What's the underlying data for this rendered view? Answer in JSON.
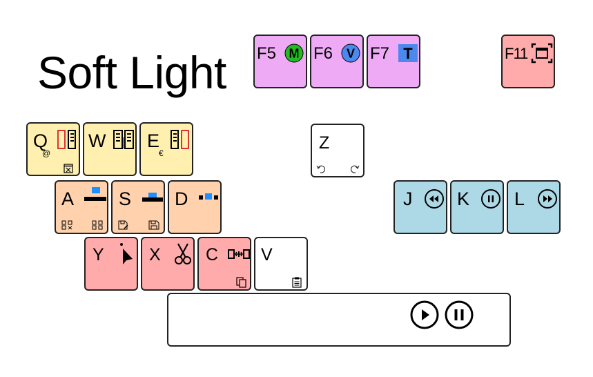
{
  "title": "Soft Light",
  "colors": {
    "yellow": "#fff0b0",
    "orange": "#ffd1ac",
    "pink": "#ffabab",
    "blue": "#add8e6",
    "purple": "#eeaaf5",
    "white": "#ffffff",
    "green_badge": "#22bb22",
    "blue_badge": "#4d88ee"
  },
  "function_keys": {
    "f5": {
      "label": "F5",
      "badge": "M",
      "icon": "m-circle-icon"
    },
    "f6": {
      "label": "F6",
      "badge": "V",
      "icon": "v-circle-icon"
    },
    "f7": {
      "label": "F7",
      "badge": "T",
      "icon": "t-square-icon"
    },
    "f11": {
      "label": "F11",
      "icon": "fullscreen-icon"
    }
  },
  "keys": {
    "q": {
      "label": "Q",
      "sub": "@",
      "icons": [
        "panel-left-icon",
        "panel-right-icon",
        "close-window-icon"
      ]
    },
    "w": {
      "label": "W",
      "icons": [
        "panels-split-icon"
      ]
    },
    "e": {
      "label": "E",
      "sub": "€",
      "icons": [
        "panel-left-icon",
        "panel-right-icon"
      ]
    },
    "a": {
      "label": "A",
      "icons": [
        "align-top-icon",
        "qr-code-icon"
      ]
    },
    "s": {
      "label": "S",
      "icons": [
        "align-middle-icon",
        "save-as-icon",
        "save-icon"
      ]
    },
    "d": {
      "label": "D",
      "icons": [
        "align-dots-icon"
      ]
    },
    "y": {
      "label": "Y",
      "icons": [
        "pointer-icon"
      ]
    },
    "x": {
      "label": "X",
      "icons": [
        "scissors-icon"
      ]
    },
    "c": {
      "label": "C",
      "icons": [
        "distribute-icon",
        "copy-icon"
      ]
    },
    "v": {
      "label": "V",
      "icons": [
        "clipboard-icon"
      ]
    },
    "z": {
      "label": "Z",
      "icons": [
        "undo-icon",
        "redo-icon"
      ]
    },
    "j": {
      "label": "J",
      "icons": [
        "rewind-icon"
      ]
    },
    "k": {
      "label": "K",
      "icons": [
        "pause-circle-icon"
      ]
    },
    "l": {
      "label": "L",
      "icons": [
        "fast-forward-icon"
      ]
    }
  },
  "spacebar": {
    "icons": [
      "play-icon",
      "pause-icon"
    ]
  }
}
